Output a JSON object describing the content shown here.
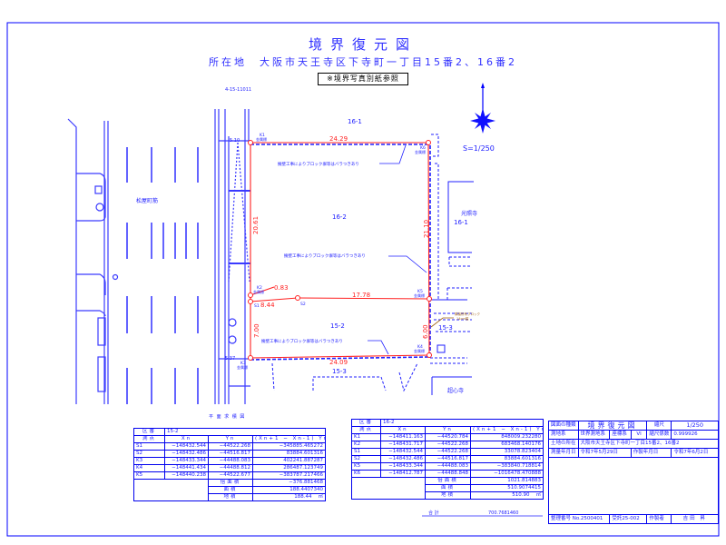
{
  "header": {
    "title": "境界復元図",
    "address": "所在地　大阪市天王寺区下寺町一丁目15番2、16番2",
    "note": "※境界写真別紙参照"
  },
  "map": {
    "ref_code": "4-15-11011",
    "scale": "S=1/250",
    "street_name": "松屋町筋",
    "parcels": {
      "north": "16-1",
      "subject_16": "16-2",
      "subject_15": "15-2",
      "south": "15-3",
      "east_lower": "15-3",
      "east_temple": "光照寺",
      "east_temple_lot": "16-1",
      "southeast_temple": "超心寺"
    },
    "notes": {
      "block_wall_1": "擁壁工事によりブロック塀等はバラつきあり",
      "block_wall_2": "擁壁工事によりブロック塀等はバラつきあり",
      "block_wall_3": "擁壁工事によりブロック塀等はバラつきあり",
      "adjacent_block": "隣接所有ブロック",
      "adjacent_block_2": "14cm幅"
    },
    "points": {
      "K1": "K1",
      "K2": "K2",
      "K3": "K3",
      "K4": "K4",
      "K5": "K5",
      "K6": "K6",
      "S1": "S1",
      "S2": "S2",
      "marker": "金属標"
    },
    "distances": {
      "north": "24.29",
      "west_upper": "20.61",
      "east_upper": "21.10",
      "k2_s2": "0.83",
      "s1_s2": "8.44",
      "s2_k5": "17.78",
      "west_lower": "7.00",
      "east_lower": "6.00",
      "south": "24.09",
      "street_top": "5.10",
      "street_bottom": "5.37"
    },
    "table_caption": "平 面 求 積 図"
  },
  "table1": {
    "lot_label": "区番",
    "lot": "15-2",
    "headers": [
      "測点",
      "Xn",
      "Yn",
      "(Xn+1 − Xn-1) Yn"
    ],
    "rows": [
      [
        "S1",
        "−148432.544",
        "−44522.268",
        "−345885.465272"
      ],
      [
        "S2",
        "−148432.486",
        "−44516.817",
        "83884.601316"
      ],
      [
        "K3",
        "−148433.344",
        "−44488.083",
        "402241.887287"
      ],
      [
        "K4",
        "−148441.434",
        "−44488.812",
        "286487.123749"
      ],
      [
        "K5",
        "−148440.238",
        "−44522.677",
        "−383787.217466"
      ]
    ],
    "double_area_label": "倍面積",
    "double_area": "−376.881468",
    "area_label": "面積",
    "area": "188.4407340",
    "land_area_label": "地積",
    "land_area": "188.44",
    "unit": "㎡"
  },
  "table2": {
    "lot_label": "区番",
    "lot": "16-2",
    "headers": [
      "測点",
      "Xn",
      "Yn",
      "(Xn+1 − Xn-1) Yn"
    ],
    "rows": [
      [
        "K1",
        "−148411.163",
        "−44520.784",
        "848009.232280"
      ],
      [
        "K2",
        "−148431.717",
        "−44522.268",
        "683468.140176"
      ],
      [
        "S1",
        "−148432.544",
        "−44522.268",
        "33078.823404"
      ],
      [
        "S2",
        "−148432.486",
        "−44516.817",
        "83884.601316"
      ],
      [
        "K5",
        "−148433.344",
        "−44488.083",
        "−383840.718814"
      ],
      [
        "K6",
        "−148412.787",
        "−44488.848",
        "−1016478.470888"
      ]
    ],
    "double_area_label": "倍面積",
    "double_area": "1021.814883",
    "area_label": "面積",
    "area": "510.9074415",
    "land_area_label": "地積",
    "land_area": "510.90",
    "unit": "㎡"
  },
  "total": {
    "label": "合 計",
    "value": "700.7681460"
  },
  "title_block": {
    "drawing_type_label": "図面の種類",
    "drawing_type": "境界復元図",
    "scale_label": "縮尺",
    "scale": "1/250",
    "datum_label": "測地系",
    "datum": "世界測地系",
    "coord_label": "座標系",
    "coord": "VI",
    "scale_factor_label": "縮尺係数",
    "scale_factor": "0.999926",
    "location_label": "土地の所在",
    "location": "大阪市天王寺区下寺町一丁目15番2、16番2",
    "survey_date_label": "測量年月日",
    "survey_date": "令和7年5月29日",
    "created_date_label": "作製年月日",
    "created_date": "令和7年6月2日",
    "ref_no": "整理番号 No.2500401",
    "contract": "受託25-002",
    "author_label": "作製者",
    "author": "吉田 昇"
  }
}
